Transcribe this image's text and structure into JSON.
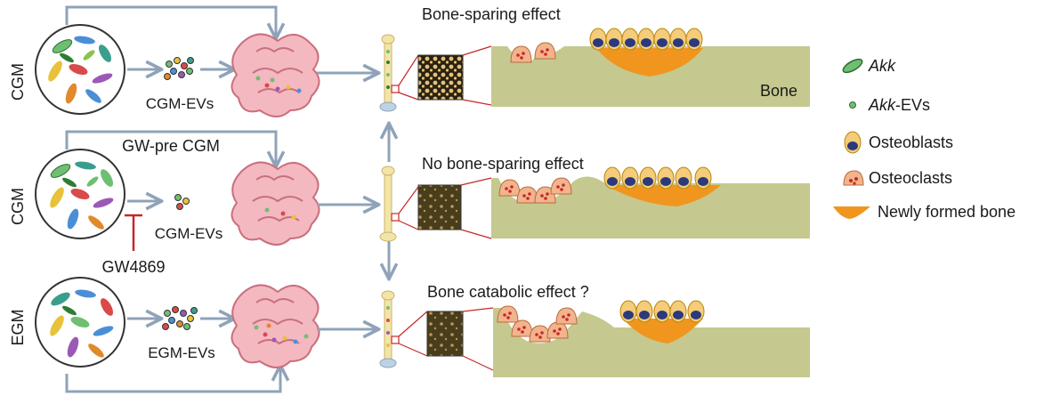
{
  "rows": [
    {
      "side_label": "CGM",
      "ev_label": "CGM-EVs",
      "effect_label": "Bone-sparing effect",
      "bone_label": "Bone",
      "loop_label": ""
    },
    {
      "side_label": "CGM",
      "ev_label": "CGM-EVs",
      "effect_label": "No bone-sparing effect",
      "bone_label": "",
      "loop_label": "GW-pre CGM",
      "inhibitor_label": "GW4869"
    },
    {
      "side_label": "EGM",
      "ev_label": "EGM-EVs",
      "effect_label": "Bone catabolic effect ?",
      "bone_label": "",
      "loop_label": ""
    }
  ],
  "legend": {
    "items": [
      {
        "icon": "bacterium-icon",
        "label_italic": "Akk",
        "label_rest": ""
      },
      {
        "icon": "vesicle-icon",
        "label_italic": "Akk",
        "label_rest": "-EVs"
      },
      {
        "icon": "osteoblast-icon",
        "label_italic": "",
        "label_rest": "Osteoblasts"
      },
      {
        "icon": "osteoclast-icon",
        "label_italic": "",
        "label_rest": "Osteoclasts"
      },
      {
        "icon": "new-bone-icon",
        "label_italic": "",
        "label_rest": "Newly formed bone"
      }
    ]
  },
  "colors": {
    "arrow": "#8fa3b8",
    "bone_slab": "#c5c98f",
    "new_bone": "#f0961e",
    "osteoblast": "#f4cc7a",
    "osteoblast_nucleus": "#2c3a7a",
    "osteoclast": "#f2b48c",
    "gut": "#f4b8c0",
    "gut_outline": "#c9707e",
    "inhibitor": "#c62828",
    "zoom_line": "#c62828"
  }
}
